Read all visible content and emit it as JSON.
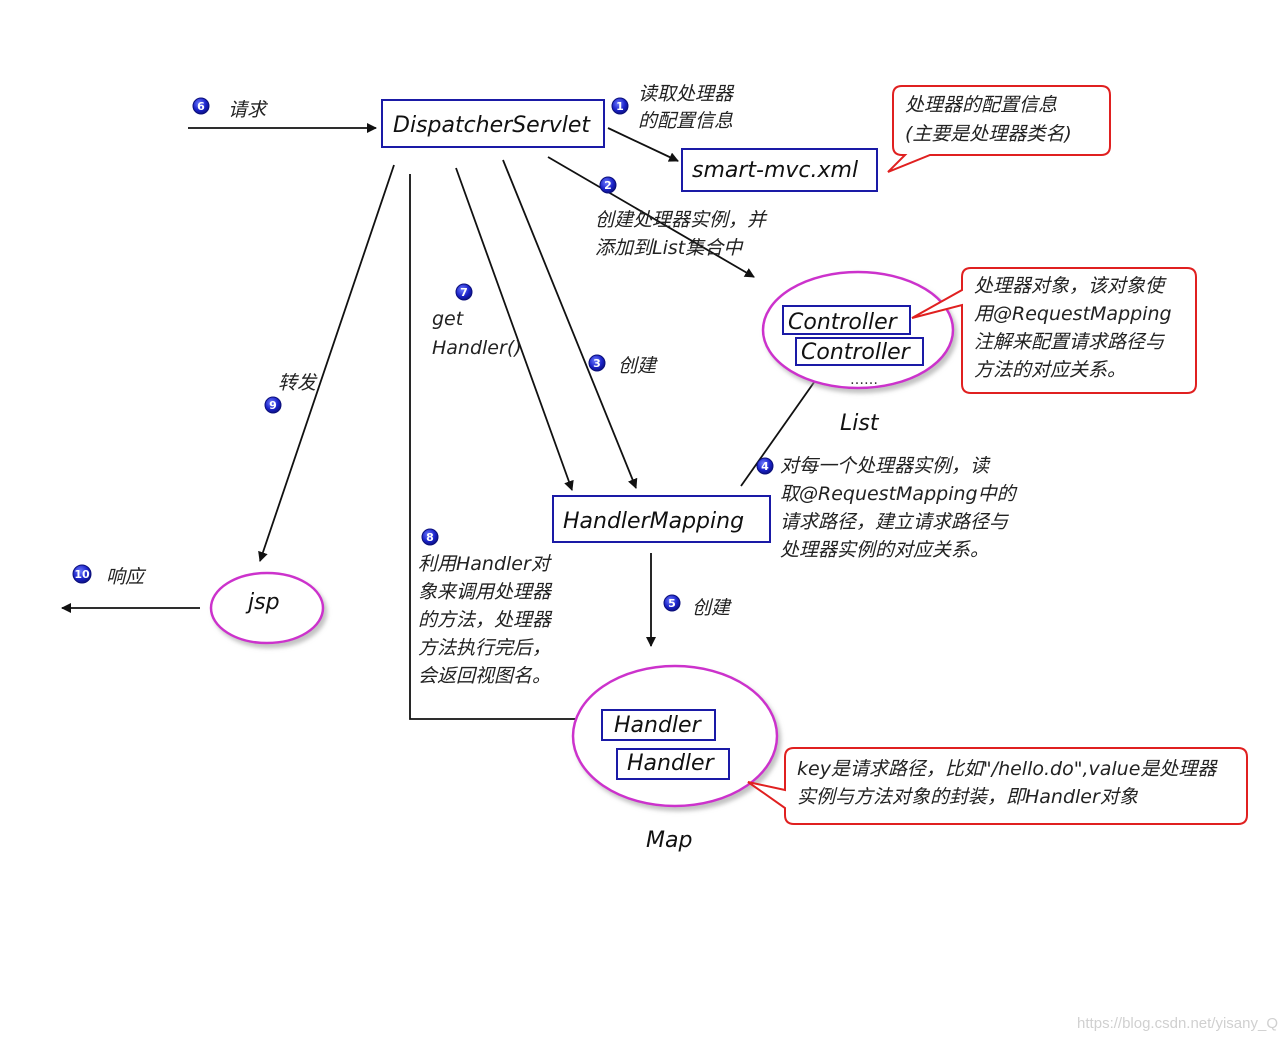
{
  "nodes": {
    "dispatcher": "DispatcherServlet",
    "config": "smart-mvc.xml",
    "controller1": "Controller",
    "controller2": "Controller",
    "controller_more": "……",
    "list_label": "List",
    "handler_mapping": "HandlerMapping",
    "handler1": "Handler",
    "handler2": "Handler",
    "map_label": "Map",
    "jsp": "jsp"
  },
  "steps": {
    "s1": {
      "num": "1",
      "lines": [
        "读取处理器",
        "的配置信息"
      ]
    },
    "s2": {
      "num": "2",
      "lines": [
        "创建处理器实例，并",
        "添加到List集合中"
      ]
    },
    "s3": {
      "num": "3",
      "lines": [
        "创建"
      ]
    },
    "s4": {
      "num": "4",
      "lines": [
        "对每一个处理器实例，读",
        "取@RequestMapping中的",
        "请求路径，建立请求路径与",
        "处理器实例的对应关系。"
      ]
    },
    "s5": {
      "num": "5",
      "lines": [
        "创建"
      ]
    },
    "s6": {
      "num": "6",
      "lines": [
        "请求"
      ]
    },
    "s7": {
      "num": "7",
      "lines": [
        "get",
        "Handler()"
      ]
    },
    "s8": {
      "num": "8",
      "lines": [
        "利用Handler对",
        "象来调用处理器",
        "的方法，处理器",
        "方法执行完后，",
        "会返回视图名。"
      ]
    },
    "s9": {
      "num": "9",
      "lines": [
        "转发"
      ]
    },
    "s10": {
      "num": "10",
      "lines": [
        "响应"
      ]
    }
  },
  "notes": {
    "config_note": [
      "处理器的配置信息",
      "(主要是处理器类名)"
    ],
    "controller_note": [
      "处理器对象，该对象使",
      "用@RequestMapping",
      "注解来配置请求路径与",
      "方法的对应关系。"
    ],
    "handler_note": [
      "key是请求路径，比如\"/hello.do\",value是处理器",
      "实例与方法对象的封装，即Handler对象"
    ]
  },
  "watermark": "https://blog.csdn.net/yisany_Q",
  "colors": {
    "box_border": "#1a1aa6",
    "ellipse": "#cc33cc",
    "note_border": "#e02020",
    "badge": "#1a22c8",
    "arrow": "#111111"
  }
}
